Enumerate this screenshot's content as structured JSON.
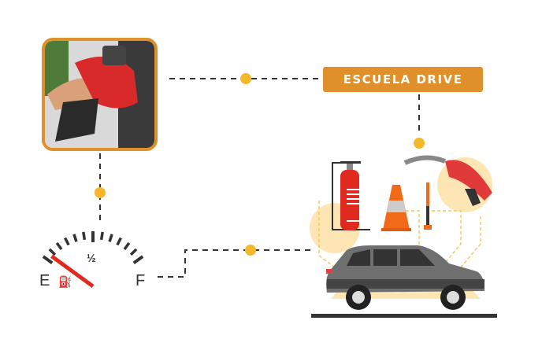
{
  "badge": {
    "text": "ESCUELA DRIVE"
  },
  "gauge": {
    "empty_label": "E",
    "half_label": "½",
    "full_label": "F",
    "fuel_level": 0.05
  },
  "colors": {
    "accent": "#e0902a",
    "dot": "#f5b82a",
    "red": "#e02a20",
    "dark": "#333333",
    "soft": "#fde5b4"
  }
}
